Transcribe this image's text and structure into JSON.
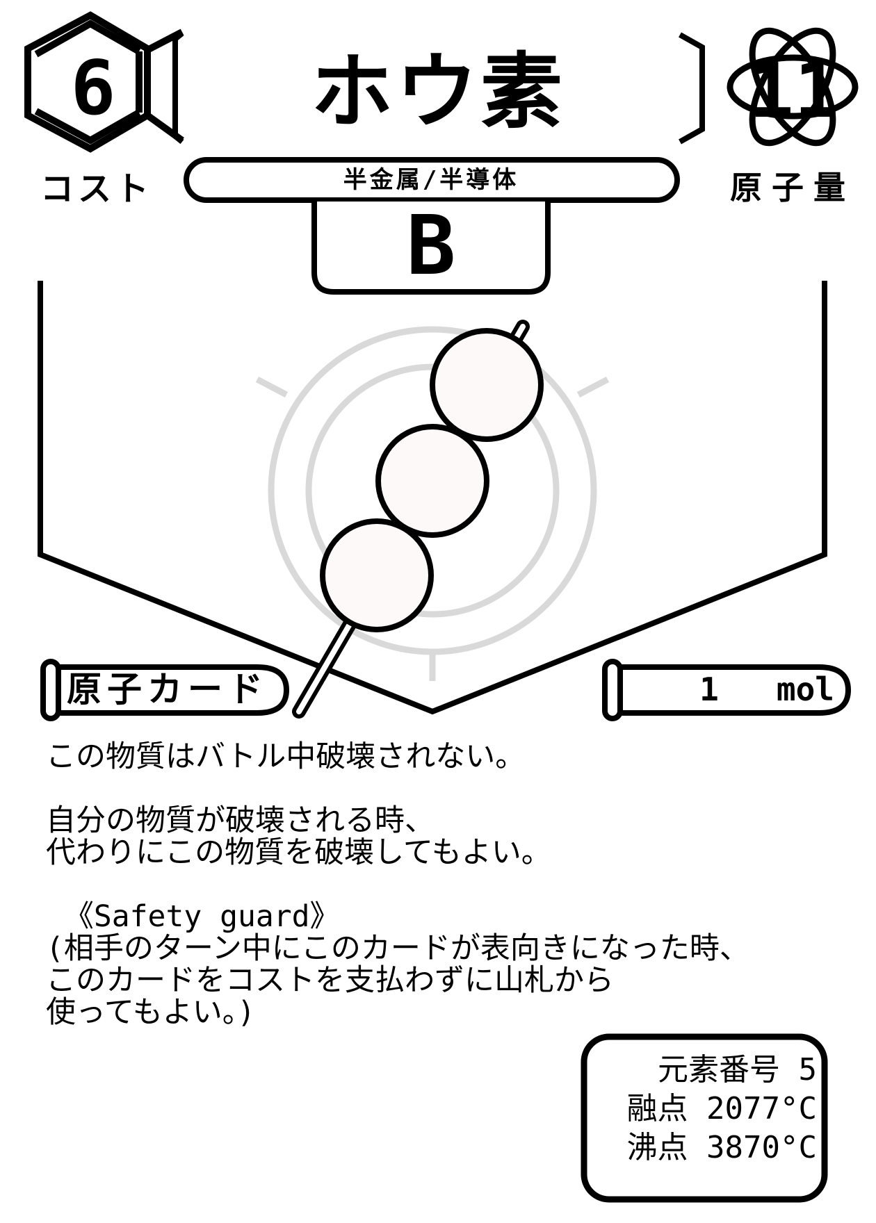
{
  "card": {
    "cost": "6",
    "cost_label": "コスト",
    "name": "ホウ素",
    "atomic_mass": "11",
    "atomic_mass_label": "原子量",
    "category": "半金属/半導体",
    "symbol": "B",
    "card_type": "原子カード",
    "amount": "1   mol",
    "effect_lines": [
      "この物質はバトル中破壊されない。",
      "",
      "自分の物質が破壊される時、",
      "代わりにこの物質を破壊してもよい。",
      "",
      " 《Safety guard》",
      "(相手のターン中にこのカードが表向きになった時、",
      "このカードをコストを支払わずに山札から",
      "使ってもよい。)"
    ],
    "stats": {
      "atomic_number": "元素番号 5",
      "melting_point": "融点 2077°C",
      "boiling_point": "沸点 3870°C"
    },
    "illustration": "dango-icon",
    "colors": {
      "ink": "#000000",
      "background": "#ffffff",
      "emblem": "#d9d9d9",
      "dango": "#fdf9f9"
    }
  }
}
